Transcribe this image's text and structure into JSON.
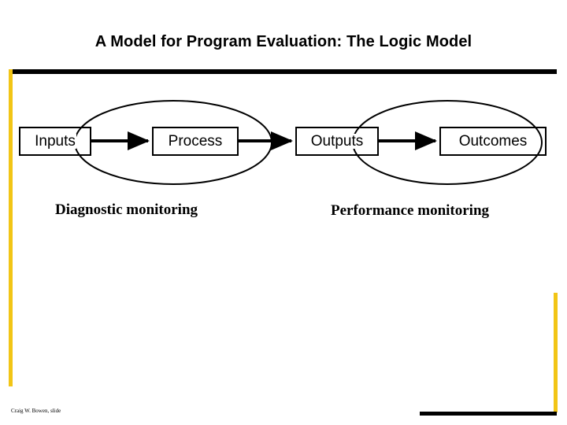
{
  "slide": {
    "title": "A Model for Program Evaluation: The Logic Model",
    "footer_credit": "Craig W. Bowen, slide"
  },
  "colors": {
    "accent_yellow": "#f2c516",
    "rule_black": "#000000",
    "background": "#ffffff"
  },
  "diagram": {
    "nodes": [
      {
        "id": "inputs",
        "label": "Inputs"
      },
      {
        "id": "process",
        "label": "Process"
      },
      {
        "id": "outputs",
        "label": "Outputs"
      },
      {
        "id": "outcomes",
        "label": "Outcomes"
      }
    ],
    "arrows": [
      {
        "from": "inputs",
        "to": "process"
      },
      {
        "from": "process",
        "to": "outputs"
      },
      {
        "from": "outputs",
        "to": "outcomes"
      }
    ],
    "groupings": [
      {
        "id": "left-ellipse",
        "caption": "Diagnostic monitoring",
        "encloses": [
          "inputs",
          "process"
        ]
      },
      {
        "id": "right-ellipse",
        "caption": "Performance monitoring",
        "encloses": [
          "outputs",
          "outcomes"
        ]
      }
    ]
  },
  "captions": {
    "diagnostic": "Diagnostic monitoring",
    "performance": "Performance monitoring"
  }
}
